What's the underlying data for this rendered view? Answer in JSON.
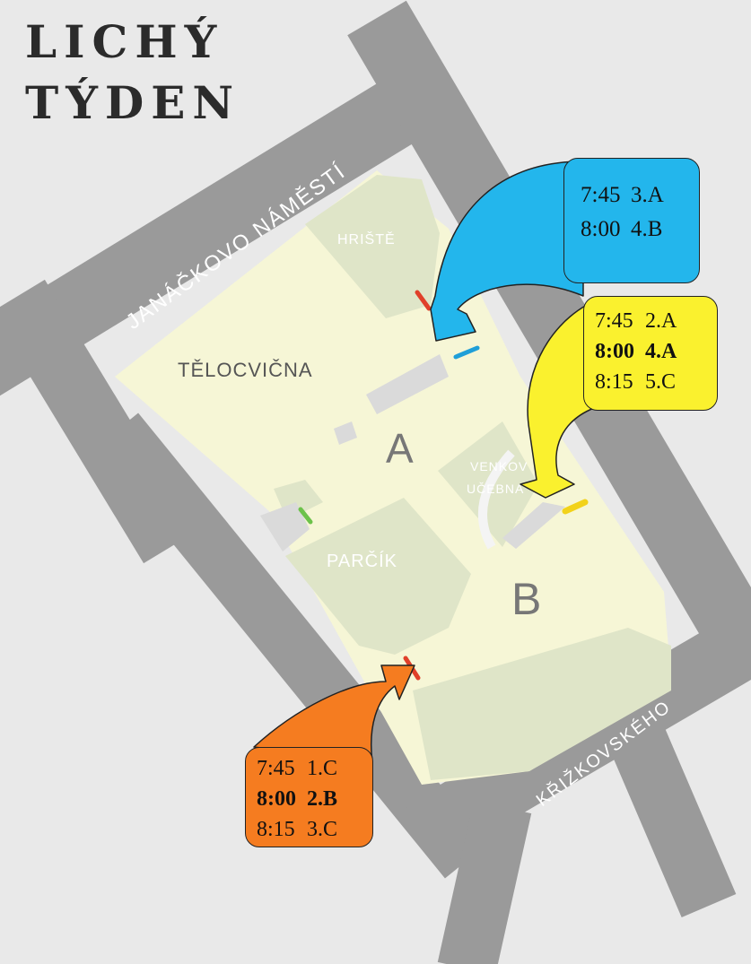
{
  "title": {
    "line1": "LICHÝ",
    "line2": "TÝDEN"
  },
  "streets": {
    "north": "JANÁČKOVO NÁMĚSTÍ",
    "south": "KŘIŽKOVSKÉHO"
  },
  "areas": {
    "playground": "HRIŠTĚ",
    "gym": "TĚLOCVIČNA",
    "building_a": "A",
    "outdoor_classroom_1": "VENKOV",
    "outdoor_classroom_2": "UČEBNA",
    "park": "PARČÍK",
    "building_b": "B"
  },
  "schedules": {
    "blue": {
      "color": "#23b6ec",
      "rows": [
        {
          "time": "7:45",
          "class": "3.A"
        },
        {
          "time": "8:00",
          "class": "4.B"
        }
      ]
    },
    "yellow": {
      "color": "#faf12e",
      "rows": [
        {
          "time": "7:45",
          "class": "2.A"
        },
        {
          "time": "8:00",
          "class": "4.A"
        },
        {
          "time": "8:15",
          "class": "5.C"
        }
      ]
    },
    "orange": {
      "color": "#f57c20",
      "rows": [
        {
          "time": "7:45",
          "class": "1.C"
        },
        {
          "time": "8:00",
          "class": "2.B"
        },
        {
          "time": "8:15",
          "class": "3.C"
        }
      ]
    }
  },
  "colors": {
    "road": "#9a9a9a",
    "ground": "#e9e9e9",
    "campus": "#f6f6d6",
    "green": "#dfe5c8",
    "entrance_red": "#e0402a",
    "entrance_blue": "#1f9fd8",
    "entrance_green": "#6cc24a",
    "entrance_yellow": "#f2d21a"
  }
}
